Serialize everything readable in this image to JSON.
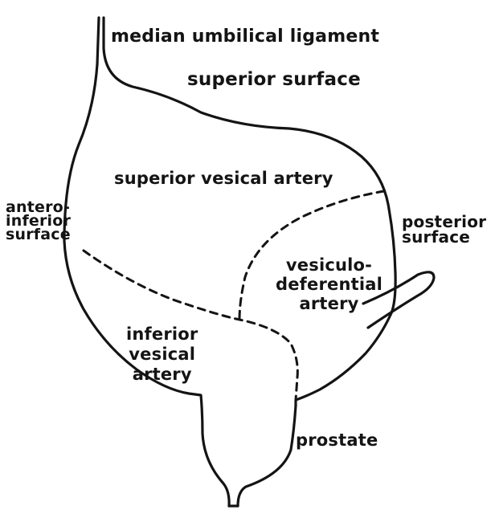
{
  "labels": {
    "median_umbilical_ligament": "median umbilical ligament",
    "superior_surface": "superior surface",
    "superior_vesical_artery": "superior vesical artery",
    "antero_inferior_surface": [
      "antero-",
      "inferior",
      "surface"
    ],
    "posterior_surface": [
      "posterior",
      "surface"
    ],
    "vesiculo_deferential_artery": [
      "vesiculo-",
      "deferential",
      "artery"
    ],
    "inferior_vesical_artery": [
      "inferior",
      "vesical",
      "artery"
    ],
    "prostate": "prostate"
  },
  "colors": {
    "ink": "#141414",
    "background": "#ffffff"
  }
}
